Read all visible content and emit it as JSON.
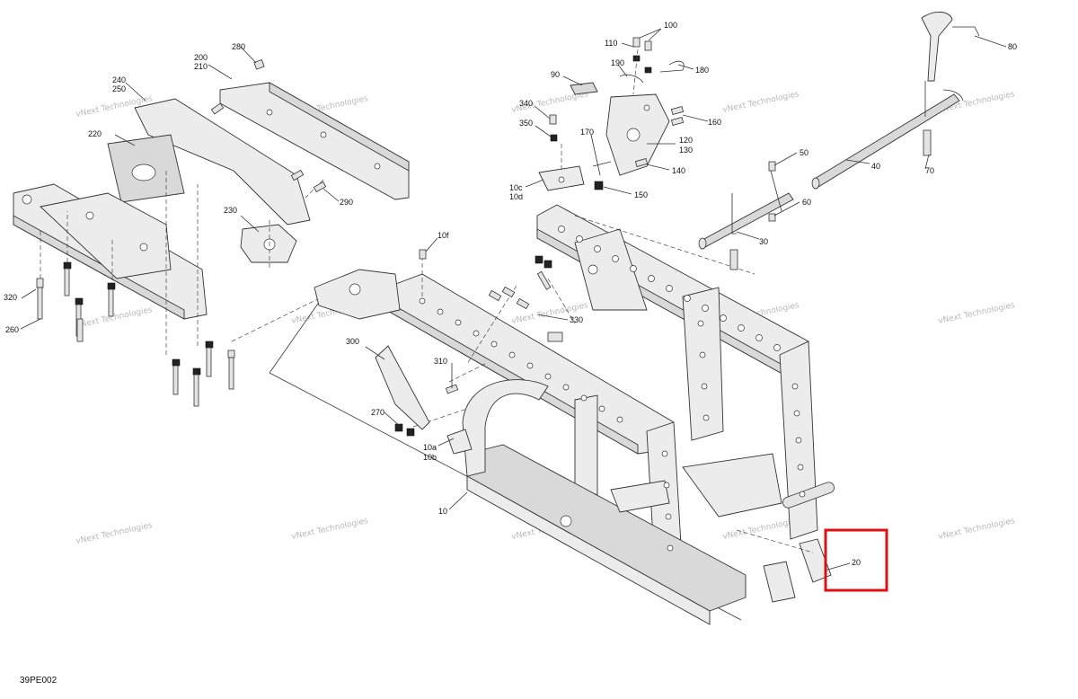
{
  "figure_code": "39PE002",
  "accent_color": "#e01010",
  "watermark_text": "vNext Technologies",
  "highlighted_label": "20",
  "labels": [
    "10",
    "10a",
    "10b",
    "10c",
    "10d",
    "10f",
    "20",
    "30",
    "40",
    "50",
    "60",
    "70",
    "80",
    "90",
    "100",
    "110",
    "120",
    "130",
    "140",
    "150",
    "160",
    "170",
    "180",
    "190",
    "200",
    "210",
    "220",
    "230",
    "240",
    "250",
    "260",
    "270",
    "280",
    "290",
    "300",
    "310",
    "320",
    "330",
    "340",
    "350"
  ]
}
